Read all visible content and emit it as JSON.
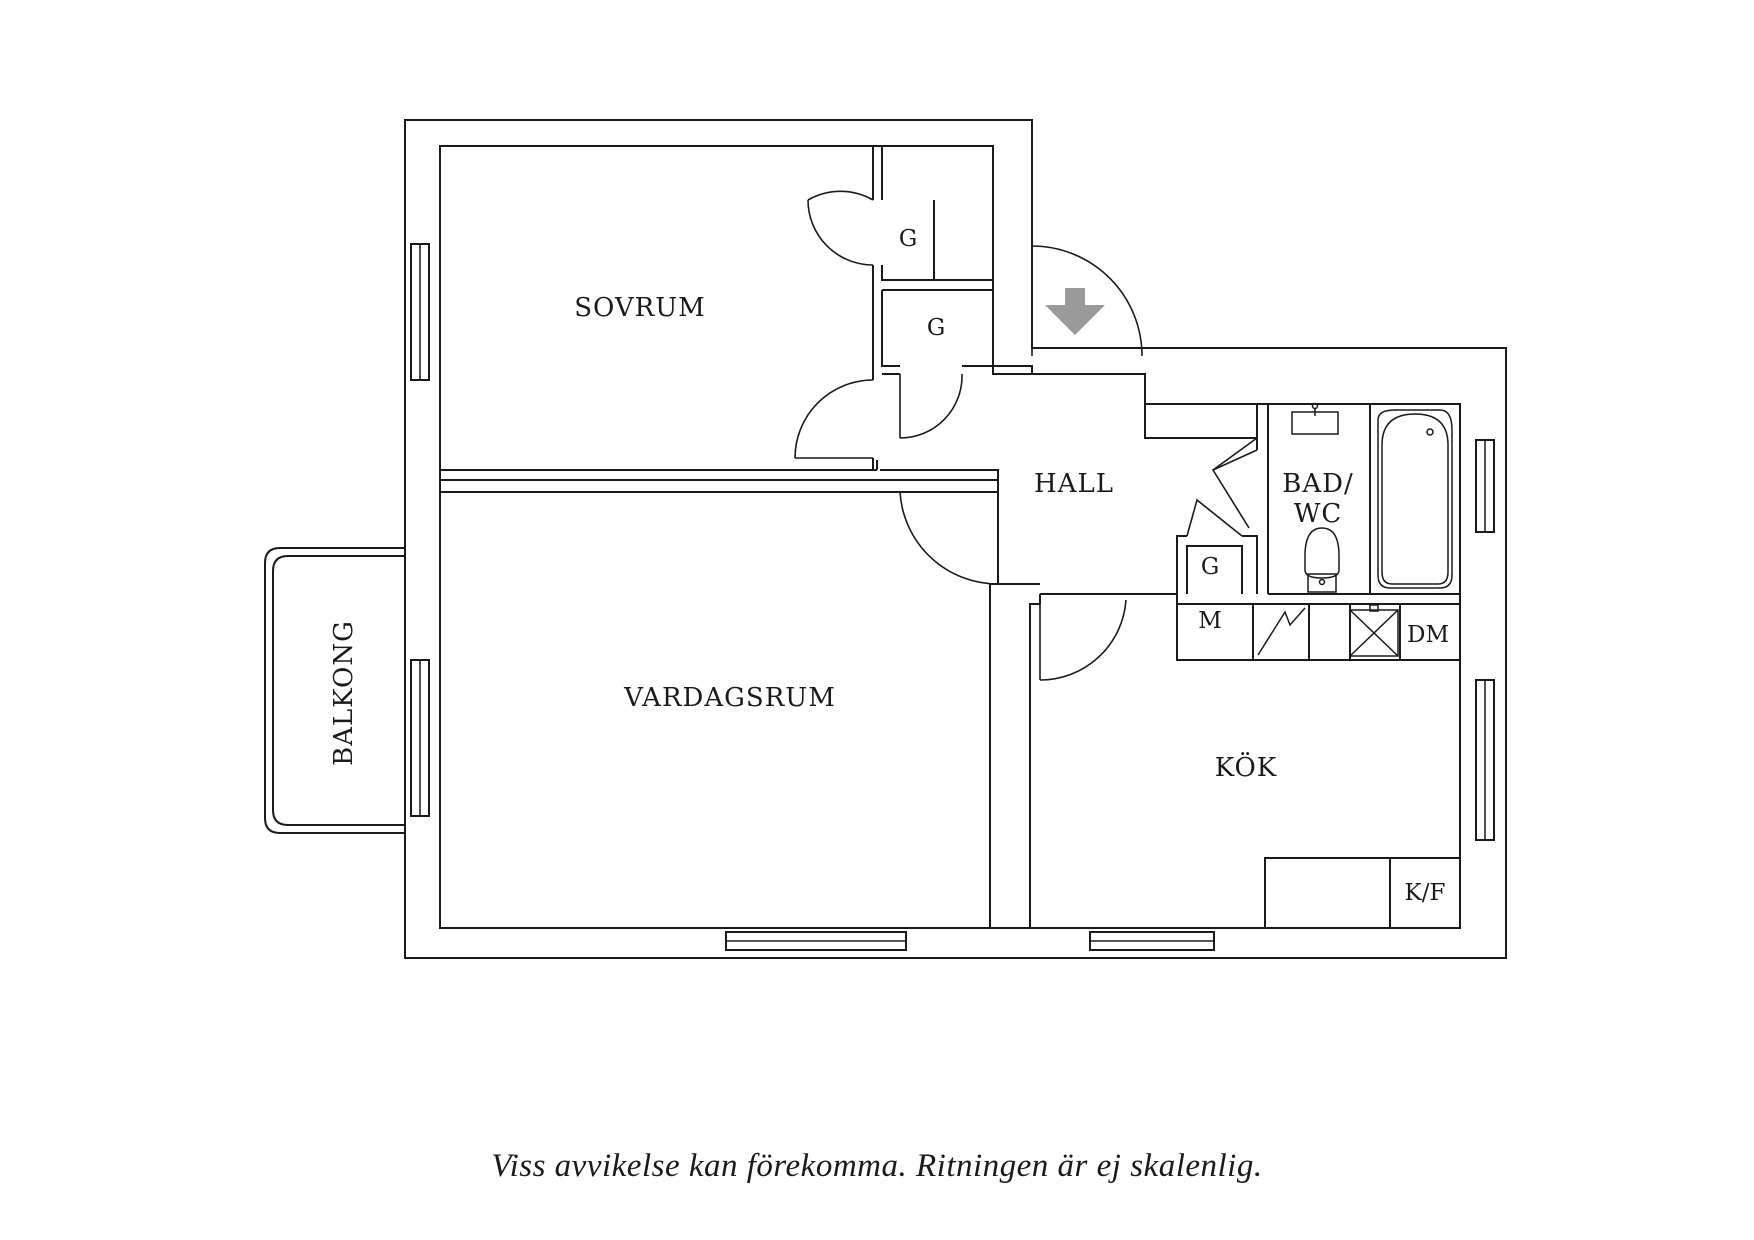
{
  "rooms": {
    "sovrum": "SOVRUM",
    "vardagsrum": "VARDAGSRUM",
    "hall": "HALL",
    "bad_line1": "BAD/",
    "bad_line2": "WC",
    "kok": "KÖK",
    "balkong": "BALKONG"
  },
  "fixtures": {
    "garderob_top": "G",
    "garderob_middle": "G",
    "garderob_hall": "G",
    "microwave": "M",
    "dishwasher": "DM",
    "fridge_freezer": "K/F"
  },
  "colors": {
    "line": "#1a1a1a",
    "entrance_arrow": "#9a9a9a",
    "background": "#ffffff"
  },
  "disclaimer": "Viss avvikelse kan förekomma. Ritningen är ej skalenlig."
}
